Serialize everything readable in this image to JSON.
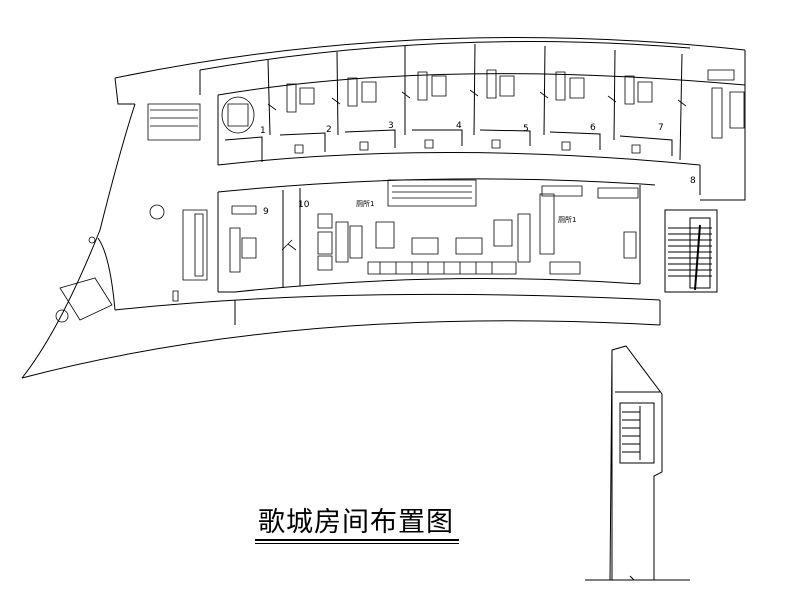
{
  "title": "歌城房间布置图",
  "rooms": {
    "r1": "1",
    "r2": "2",
    "r3": "3",
    "r4": "4",
    "r5": "5",
    "r6": "6",
    "r7": "7",
    "r8": "8",
    "r9": "9",
    "r10": "10",
    "toilet_left": "厕所1",
    "toilet_right": "厕所1"
  }
}
